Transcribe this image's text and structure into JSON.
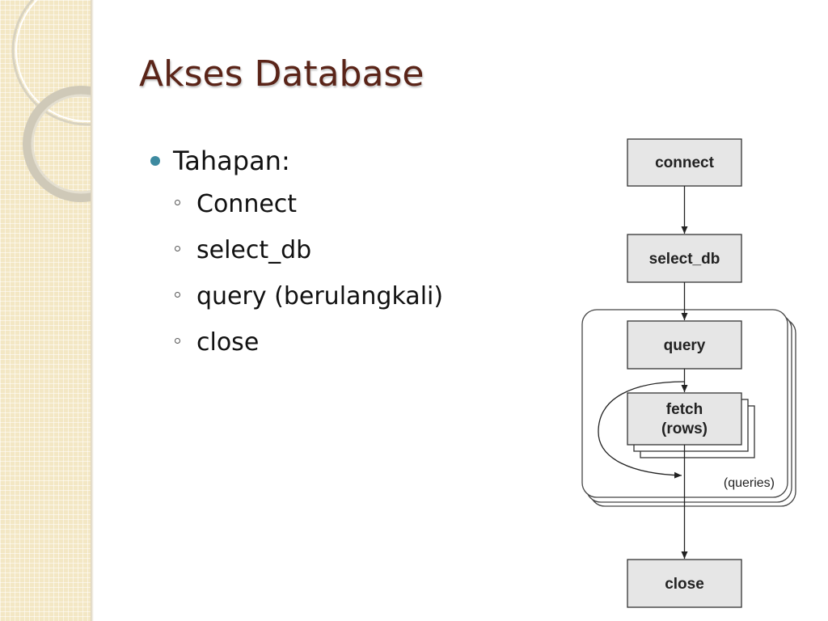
{
  "slide": {
    "title": "Akses Database"
  },
  "content": {
    "bullet": "Tahapan:",
    "subitems": [
      "Connect",
      "select_db",
      "query (berulangkali)",
      "close"
    ]
  },
  "diagram": {
    "nodes": {
      "connect": "connect",
      "select_db": "select_db",
      "query": "query",
      "fetch_line1": "fetch",
      "fetch_line2": "(rows)",
      "close": "close"
    },
    "group_label": "(queries)"
  },
  "colors": {
    "title": "#5a2418",
    "bullet_dot": "#3d8aa0",
    "node_fill": "#e6e6e6",
    "side_band": "#f3e7c4"
  }
}
